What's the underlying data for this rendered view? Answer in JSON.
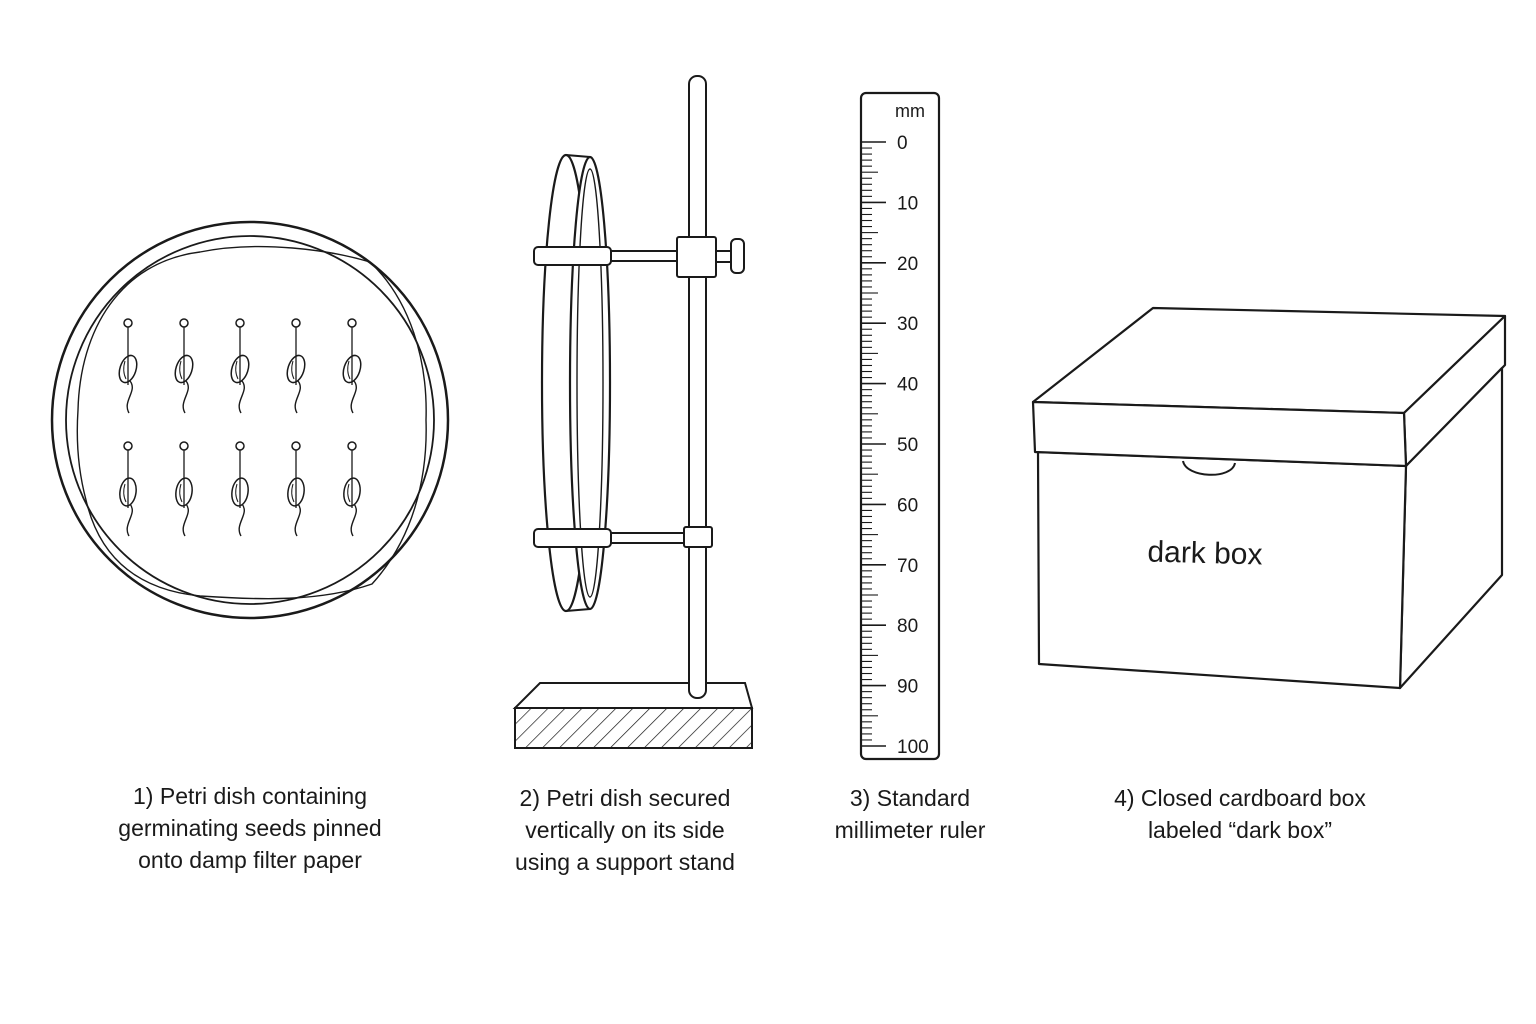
{
  "figures": [
    {
      "id": "petri-dish-seeds",
      "caption_lines": [
        "1) Petri dish containing",
        "germinating seeds pinned",
        "onto damp filter paper"
      ]
    },
    {
      "id": "petri-dish-on-stand",
      "caption_lines": [
        "2) Petri dish secured",
        "vertically on its side",
        "using a support stand"
      ]
    },
    {
      "id": "millimeter-ruler",
      "caption_lines": [
        "3) Standard",
        "millimeter ruler"
      ],
      "unit_label": "mm",
      "tick_labels": [
        "0",
        "10",
        "20",
        "30",
        "40",
        "50",
        "60",
        "70",
        "80",
        "90",
        "100"
      ]
    },
    {
      "id": "dark-box",
      "caption_lines": [
        "4) Closed cardboard box",
        "labeled “dark box”"
      ],
      "box_label": "dark box"
    }
  ],
  "seed_grid": {
    "rows": 2,
    "columns": 5
  },
  "colors": {
    "line": "#1a1a1a",
    "background": "#ffffff"
  }
}
